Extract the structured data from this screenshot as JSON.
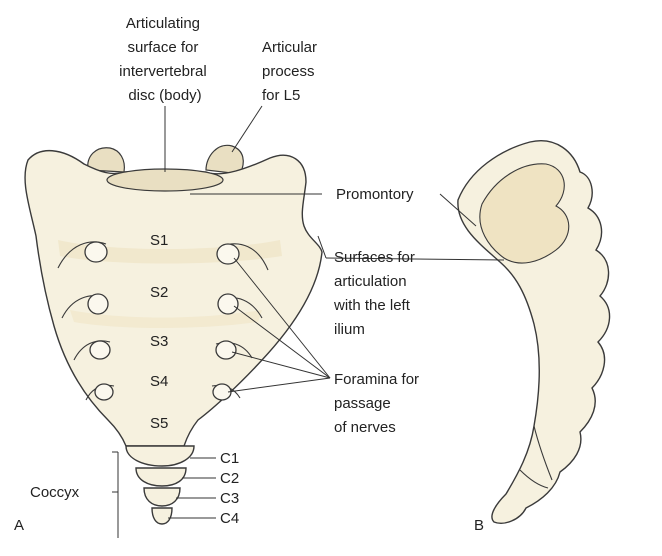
{
  "labels": {
    "articulating_surface": [
      "Articulating",
      "surface for",
      "intervertebral",
      "disc (body)"
    ],
    "articular_process": [
      "Articular",
      "process",
      "for L5"
    ],
    "promontory": "Promontory",
    "surfaces_articulation": [
      "Surfaces for",
      "articulation",
      "with the left",
      "ilium"
    ],
    "foramina": [
      "Foramina for",
      "passage",
      "of nerves"
    ],
    "coccyx": "Coccyx",
    "panel_a": "A",
    "panel_b": "B"
  },
  "sacral_segments": [
    "S1",
    "S2",
    "S3",
    "S4",
    "S5"
  ],
  "coccygeal_segments": [
    "C1",
    "C2",
    "C3",
    "C4"
  ]
}
